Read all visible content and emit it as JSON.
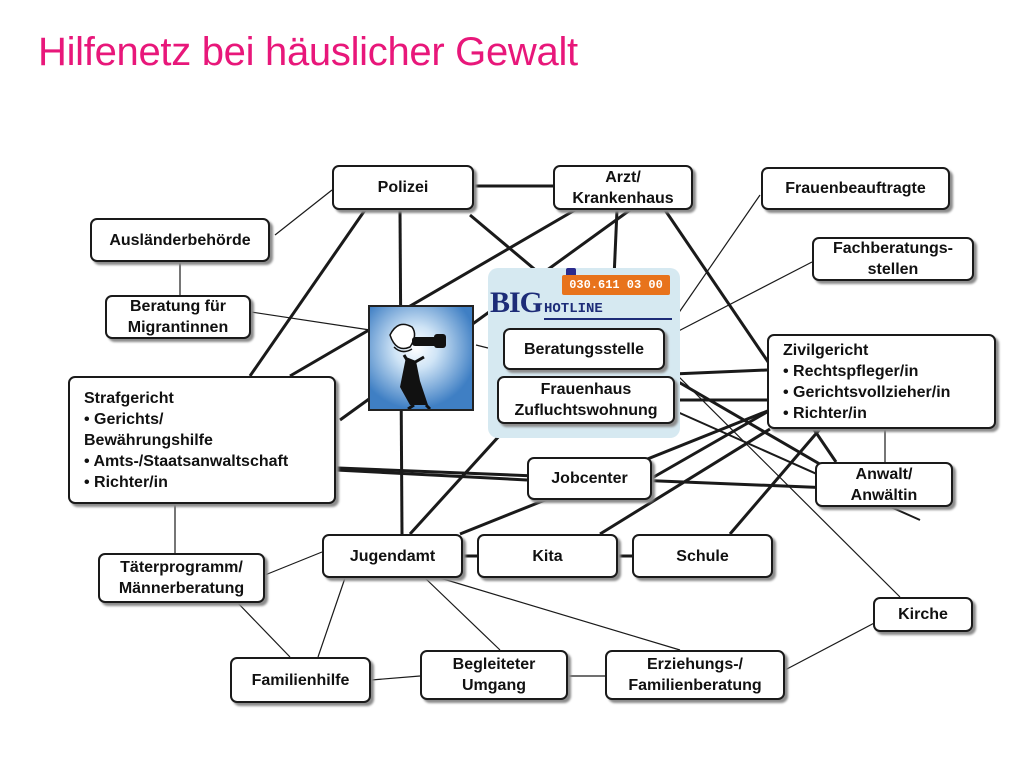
{
  "title": "Hilfenetz bei häuslicher Gewalt",
  "hotline": {
    "logo": "BIG",
    "label": "HOTLINE",
    "phone": "030.611 03 00"
  },
  "nodes": {
    "polizei": "Polizei",
    "arzt": "Arzt/\nKrankenhaus",
    "frauenbeauftragte": "Frauenbeauftragte",
    "auslaenderbehoerde": "Ausländerbehörde",
    "fachberatung": "Fachberatungs-\nstellen",
    "beratung_migrantinnen": "Beratung für\nMigrantinnen",
    "beratungsstelle": "Beratungsstelle",
    "frauenhaus": "Frauenhaus\nZufluchtswohnung",
    "zivilgericht": {
      "title": "Zivilgericht",
      "items": [
        "Rechtspfleger/in",
        "Gerichtsvollzieher/in",
        "Richter/in"
      ]
    },
    "strafgericht": {
      "title": "Strafgericht",
      "items": [
        "Gerichts/\nBewährungshilfe",
        "Amts-/Staatsanwaltschaft",
        "Richter/in"
      ]
    },
    "jobcenter": "Jobcenter",
    "anwalt": "Anwalt/\nAnwältin",
    "jugendamt": "Jugendamt",
    "kita": "Kita",
    "schule": "Schule",
    "taeterprogramm": "Täterprogramm/\nMännerberatung",
    "kirche": "Kirche",
    "familienhilfe": "Familienhilfe",
    "begleiteter_umgang": "Begleiteter\nUmgang",
    "erziehungsberatung": "Erziehungs-/\nFamilienberatung"
  }
}
